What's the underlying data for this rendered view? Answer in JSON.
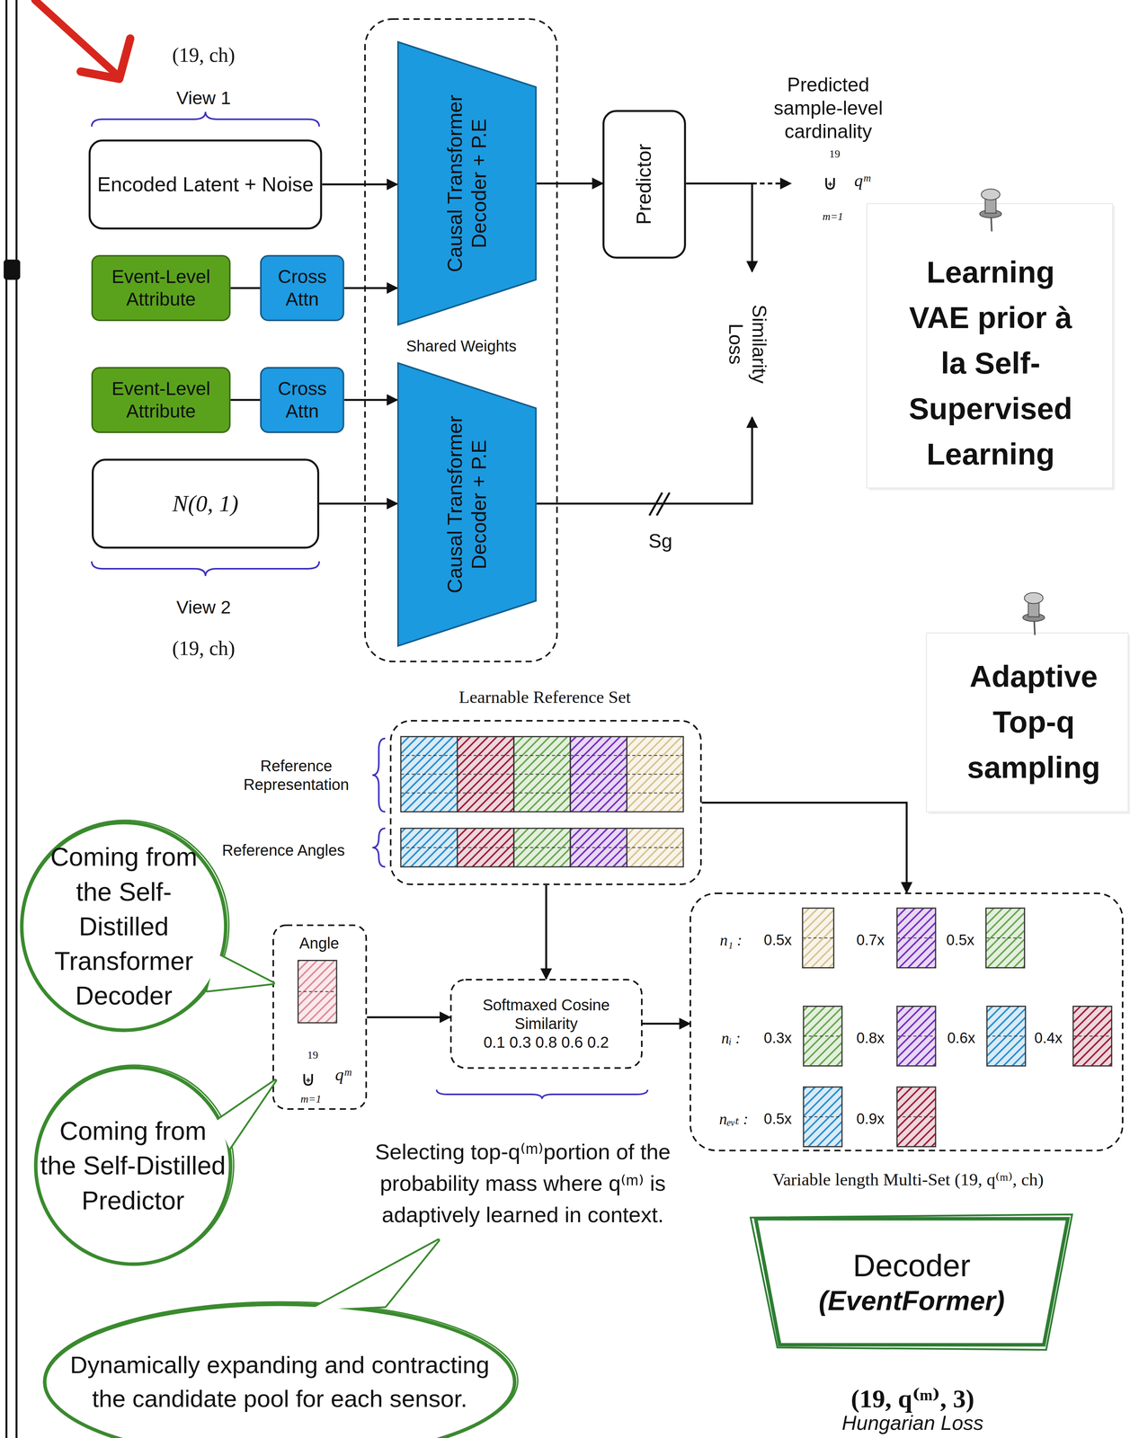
{
  "diagram": {
    "nodes": [
      {
        "text": [
          "Encoded Latent + Noise"
        ]
      },
      {
        "text": [
          "Event-Level Attribute"
        ]
      },
      {
        "text": [
          "Cross Attn"
        ]
      },
      {
        "text": [
          "Event-Level Attribute"
        ]
      },
      {
        "text": [
          "Cross Attn"
        ]
      },
      {
        "text": [
          "N(0, 1)"
        ]
      },
      {
        "text": [
          "Shared Weights"
        ]
      },
      {
        "text": [
          "Causal Transformer Decoder + P.E"
        ],
        "in": 6
      },
      {
        "text": [
          "Causal Transformer Decoder + P.E"
        ],
        "in": 6
      },
      {
        "text": [
          "Predictor"
        ]
      },
      {
        "text": [
          "Learnable Reference Set"
        ]
      },
      {
        "text": [
          "Angle",
          "19",
          "⊎",
          "qᵐ",
          "m=1"
        ]
      },
      {
        "text": [
          "Softmaxed Cosine Similarity",
          "0.1 0.3 0.8 0.6 0.2"
        ]
      },
      {
        "text": [
          "n₁ :",
          "0.5x",
          "0.7x",
          "0.5x",
          "nᵢ :",
          "0.3x",
          "0.8x",
          "0.6x",
          "0.4x",
          "nₑᵥₜ :",
          "0.5x",
          "0.9x",
          "Variable length Multi-Set (19, q⁽ᵐ⁾, ch)"
        ]
      },
      {
        "text": [
          "Decoder",
          "(EventFormer)"
        ]
      },
      {
        "text": [
          "Coming from the Self-Distilled Transformer Decoder"
        ]
      },
      {
        "text": [
          "Coming from the Self-Distilled Predictor"
        ]
      },
      {
        "text": [
          "Dynamically expanding and contracting the candidate pool for each sensor."
        ]
      }
    ],
    "edges": [
      {
        "from": 0,
        "to": 7,
        "arrow": "to"
      },
      {
        "from": 1,
        "to": 2,
        "arrow": "none"
      },
      {
        "from": 2,
        "to": 7,
        "arrow": "to"
      },
      {
        "from": 3,
        "to": 4,
        "arrow": "none"
      },
      {
        "from": 4,
        "to": 8,
        "arrow": "to"
      },
      {
        "from": 5,
        "to": 8,
        "arrow": "to"
      },
      {
        "from": 7,
        "to": 9,
        "arrow": "to"
      },
      {
        "from": 10,
        "to": 12,
        "arrow": "to"
      },
      {
        "from": 10,
        "to": 13,
        "arrow": "to"
      },
      {
        "from": 11,
        "to": 12,
        "arrow": "to"
      },
      {
        "from": 12,
        "to": 13,
        "arrow": "to"
      }
    ],
    "labels": [
      "(19, ch)",
      "View 1",
      "View 2",
      "(19, ch)",
      "Predicted sample-level cardinality",
      "19",
      "⊎",
      "qᵐ",
      "m=1",
      "Similarity Loss",
      "Sg",
      "Learning VAE prior à la Self-Supervised Learning",
      "Adaptive Top-q sampling",
      "Reference Representation",
      "Reference Angles",
      "Selecting top-q⁽ᵐ⁾portion of the probability mass where q⁽ᵐ⁾ is adaptively learned in context.",
      "(19, q⁽ᵐ⁾, 3)",
      "Hungarian Loss"
    ]
  }
}
